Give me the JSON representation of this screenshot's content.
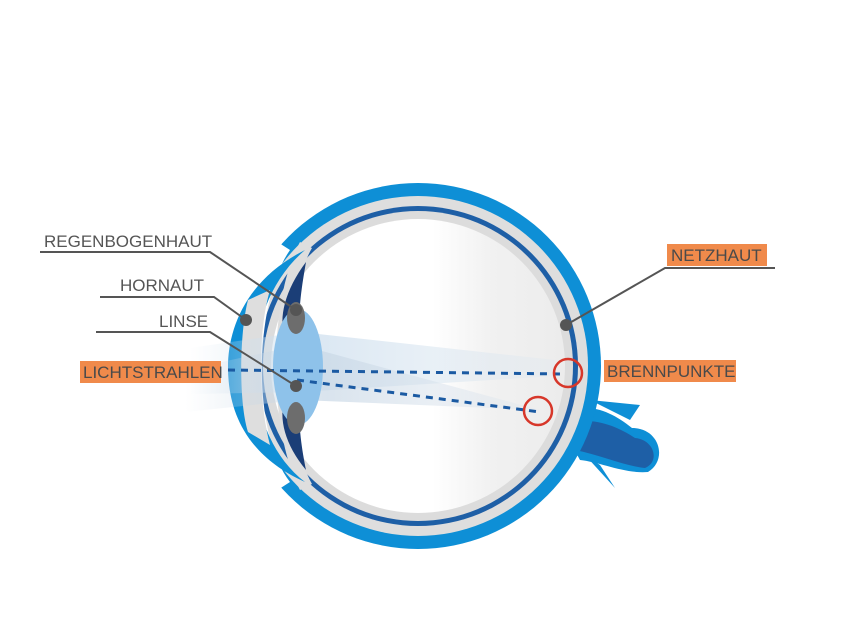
{
  "labels": {
    "regenbogenhaut": "REGENBOGENHAUT",
    "hornaut": "HORNAUT",
    "linse": "LINSE",
    "lichtstrahlen": "LICHTSTRAHLEN",
    "netzhaut": "NETZHAUT",
    "brennpunkte": "BRENNPUNKTE"
  },
  "colors": {
    "sclera_outer": "#0e8fd6",
    "choroid_band": "#1e5fa6",
    "highlight_box": "#f08a4b",
    "focus_circle": "#d7372a",
    "leader_line": "#555555",
    "lens": "#8ec2ea",
    "iris": "#1b3e77"
  }
}
